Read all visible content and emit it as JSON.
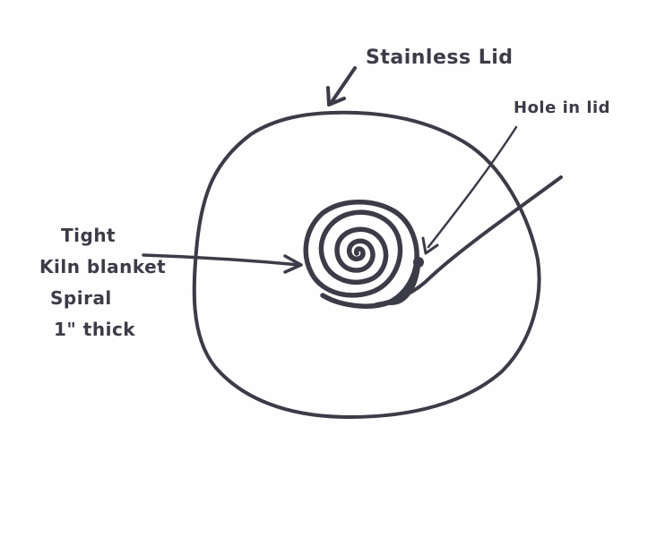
{
  "diagram": {
    "title": "Stainless lid with kiln blanket spiral",
    "colors": {
      "ink": "#3c3c48",
      "paper": "#fefefe"
    },
    "labels": {
      "lid": "Stainless Lid",
      "hole": "Hole in lid",
      "spiral": {
        "line1": "Tight",
        "line2": "Kiln blanket",
        "line3": "Spiral",
        "line4": "1\" thick"
      }
    },
    "elements": [
      {
        "id": "lid-outline",
        "shape": "irregular-circle",
        "description": "Stainless lid outline"
      },
      {
        "id": "blanket-spiral",
        "shape": "spiral",
        "description": "Tight kiln blanket spiral, 1\" thick"
      },
      {
        "id": "hole",
        "shape": "dot",
        "description": "Hole in lid"
      },
      {
        "id": "tail-line",
        "shape": "line",
        "description": "Blanket tail extending out of lid"
      }
    ],
    "arrows": [
      {
        "from": "lid-label",
        "to": "lid-outline"
      },
      {
        "from": "hole-label",
        "to": "hole"
      },
      {
        "from": "spiral-label",
        "to": "blanket-spiral"
      }
    ]
  }
}
